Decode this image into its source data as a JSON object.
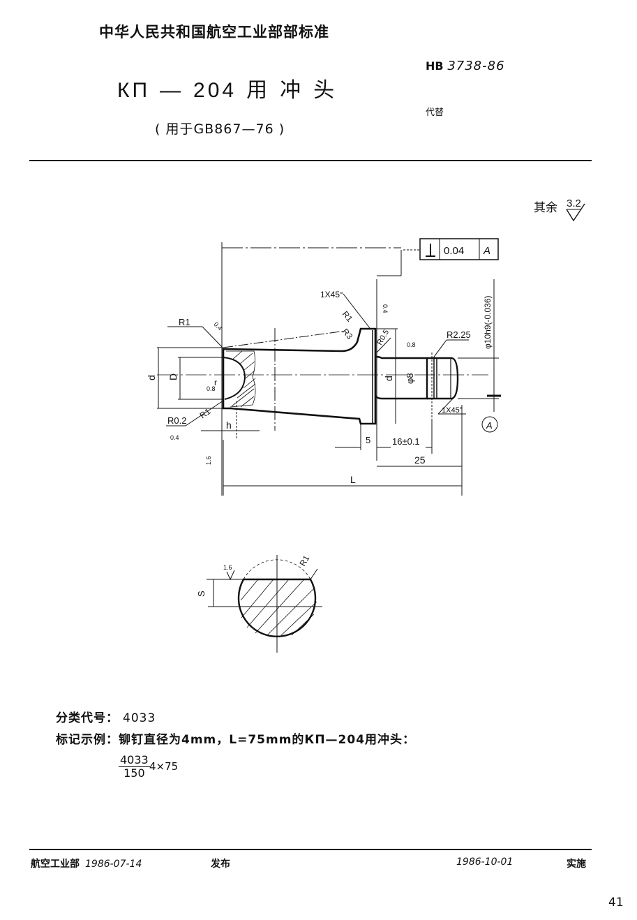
{
  "header": {
    "organization": "中华人民共和国航空工业部部标准",
    "title_parts": [
      "КП",
      "—",
      "204",
      "用",
      "冲",
      "头"
    ],
    "subtitle": "( 用于GB867—76 )",
    "standard_prefix": "HB",
    "standard_number": "3738-86",
    "replaces_label": "代替"
  },
  "roughness_note": {
    "label": "其余",
    "value": "3.2"
  },
  "drawing": {
    "tolerance_frame": {
      "symbol": "⊥",
      "value": "0.04",
      "datum": "A"
    },
    "labels": {
      "chamfer_top": "1X45°",
      "chamfer_bottom": "1X45°",
      "r1_top_left": "R1",
      "r1_flange": "R1",
      "r3": "R3",
      "r05": "R0.5",
      "r225": "R2.25",
      "r02": "R0.2",
      "r1_bottom": "R1",
      "r_small": "r",
      "d_left": "d",
      "D": "D",
      "d_mid": "d",
      "phi8": "φ8",
      "phi10": "φ10h9(-0.036)",
      "h": "h",
      "dim5": "5",
      "dim16": "16±0.1",
      "dim25": "25",
      "L": "L",
      "datum_A": "A",
      "rough_08": "0.8",
      "rough_04a": "0.4",
      "rough_04b": "0.4",
      "rough_04c": "0.4",
      "rough_08b": "0.8",
      "rough_16": "1.6"
    },
    "section": {
      "S": "S",
      "R1": "R1",
      "rough": "1.6"
    }
  },
  "classification": {
    "label": "分类代号：",
    "value": "4033"
  },
  "marking_example": {
    "label": "标记示例：铆钉直径为4mm，L=75mm的КП—204用冲头：",
    "numerator": "4033",
    "denominator": "150",
    "suffix": "4×75"
  },
  "footer": {
    "issuer": "航空工业部",
    "issue_date": "1986-07-14",
    "issued_label": "发布",
    "effective_date": "1986-10-01",
    "effective_label": "实施",
    "page_number": "41"
  }
}
